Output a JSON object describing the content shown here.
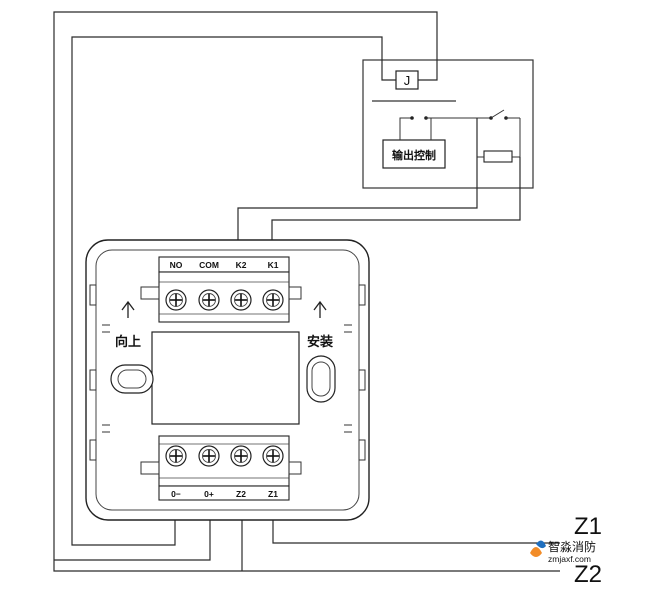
{
  "relay_box": {
    "relay_label": "J",
    "output_control_label": "输出控制"
  },
  "module": {
    "top_terminals": [
      "NO",
      "COM",
      "K2",
      "K1"
    ],
    "bottom_terminals": [
      "0−",
      "0+",
      "Z2",
      "Z1"
    ],
    "left_label": "向上",
    "right_label": "安装"
  },
  "bus_labels": {
    "z1": "Z1",
    "z2": "Z2"
  },
  "watermark": {
    "brand_text": "智淼消防",
    "site_text": "zmjaxf.com"
  }
}
